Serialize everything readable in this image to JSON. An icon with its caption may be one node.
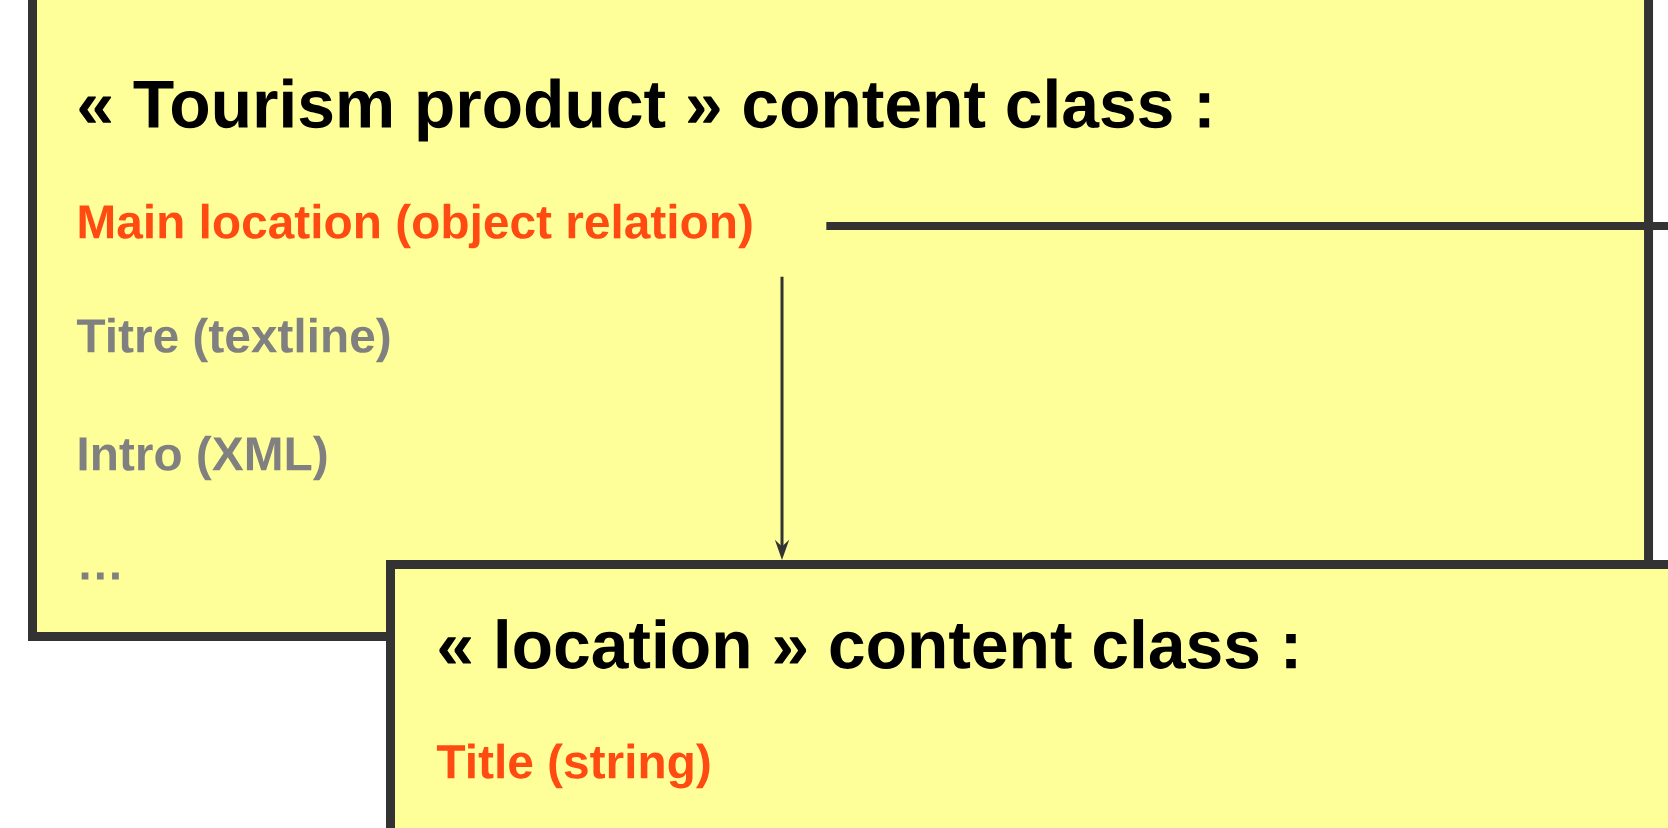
{
  "diagram": {
    "nodes": [
      {
        "text": [
          "« Tourism product » content class :",
          "Titre (textline)",
          "Intro (XML)",
          "…"
        ]
      },
      {
        "text": [
          "Main location (object relation)"
        ],
        "in": 0
      },
      {
        "text": [
          "« location » content class :",
          "Title (string)"
        ]
      }
    ],
    "edges": [
      {
        "from": 1,
        "to": 2,
        "arrow": "to"
      },
      {
        "from": 1,
        "to": null,
        "arrow": "none",
        "style": "thick"
      }
    ]
  }
}
